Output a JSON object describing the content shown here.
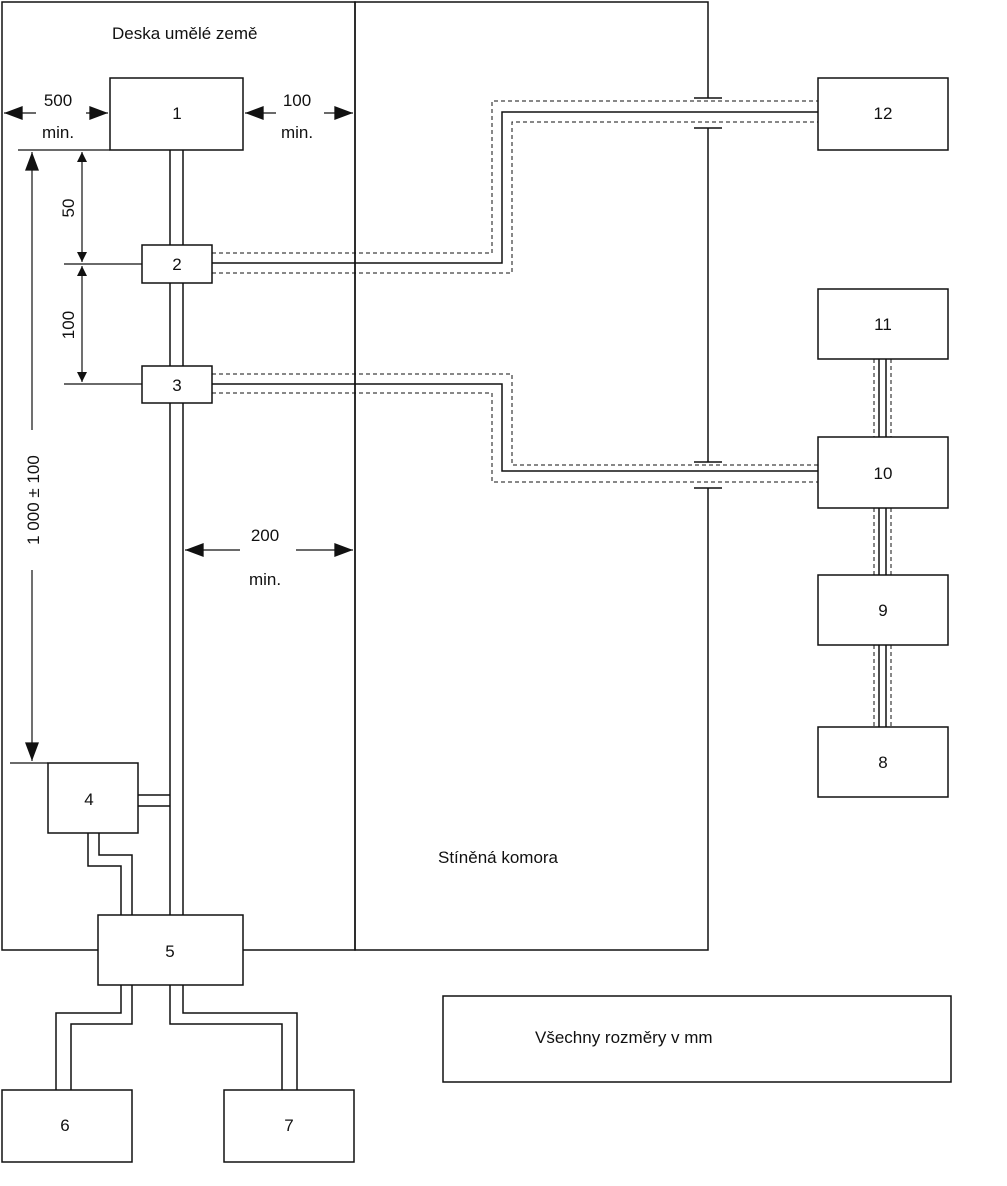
{
  "diagram": {
    "region_labels": {
      "ground_plane": "Deska umělé země",
      "shielded_room": "Stíněná komora"
    },
    "blocks": [
      {
        "id": "1",
        "label": "1"
      },
      {
        "id": "2",
        "label": "2"
      },
      {
        "id": "3",
        "label": "3"
      },
      {
        "id": "4",
        "label": "4"
      },
      {
        "id": "5",
        "label": "5"
      },
      {
        "id": "6",
        "label": "6"
      },
      {
        "id": "7",
        "label": "7"
      },
      {
        "id": "8",
        "label": "8"
      },
      {
        "id": "9",
        "label": "9"
      },
      {
        "id": "10",
        "label": "10"
      },
      {
        "id": "11",
        "label": "11"
      },
      {
        "id": "12",
        "label": "12"
      }
    ],
    "dimensions": {
      "left_clearance": {
        "value": "500",
        "unit": "min."
      },
      "right_clearance": {
        "value": "100",
        "unit": "min."
      },
      "spacing_1_2": {
        "value": "50"
      },
      "spacing_2_3": {
        "value": "100"
      },
      "cable_length": {
        "value": "1 000 ± 100"
      },
      "cable_clearance": {
        "value": "200",
        "unit": "min."
      }
    },
    "note": "Všechny rozměry v mm"
  }
}
